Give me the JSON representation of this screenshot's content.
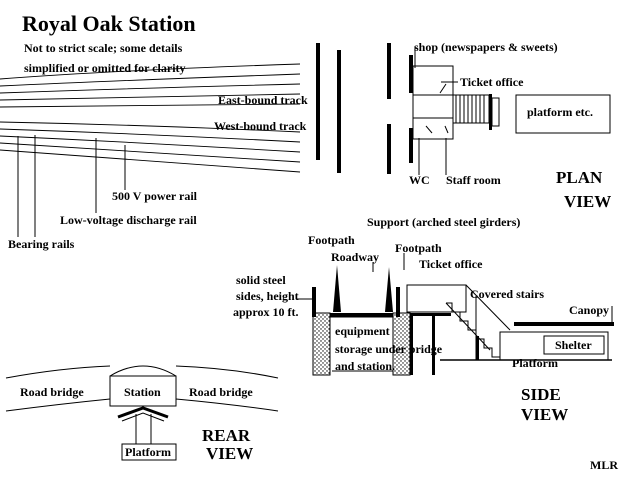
{
  "title": "Royal Oak Station",
  "note_line1": "Not to strict scale; some details",
  "note_line2": "simplified or omitted for clarity",
  "tracks": {
    "east_bound": "East-bound track",
    "west_bound": "West-bound track",
    "power_rail": "500 V power rail",
    "discharge_rail": "Low-voltage discharge rail",
    "bearing_rails": "Bearing rails"
  },
  "plan": {
    "shop": "shop (newspapers & sweets)",
    "ticket_office": "Ticket office",
    "platform": "platform etc.",
    "wc": "WC",
    "staff_room": "Staff room",
    "view_line1": "PLAN",
    "view_line2": "VIEW"
  },
  "side": {
    "support": "Support (arched steel girders)",
    "footpath_left": "Footpath",
    "footpath_right": "Footpath",
    "roadway": "Roadway",
    "ticket_office": "Ticket office",
    "sides_line1": "solid steel",
    "sides_line2": "sides, height",
    "sides_line3": "approx 10 ft.",
    "covered_stairs": "Covered stairs",
    "canopy": "Canopy",
    "shelter": "Shelter",
    "platform": "Platform",
    "equip_line1": "equipment",
    "equip_line2": "storage under bridge",
    "equip_line3": "and station.",
    "view_line1": "SIDE",
    "view_line2": "VIEW"
  },
  "rear": {
    "road_bridge_left": "Road bridge",
    "station": "Station",
    "road_bridge_right": "Road bridge",
    "platform": "Platform",
    "view_line1": "REAR",
    "view_line2": "VIEW"
  },
  "signature": "MLR"
}
